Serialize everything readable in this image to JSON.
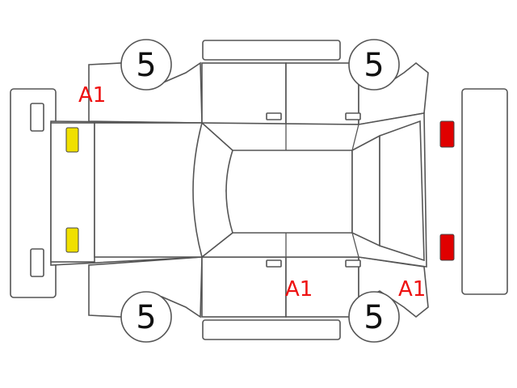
{
  "wheels": {
    "front_left": "5",
    "front_right": "5",
    "rear_left": "5",
    "rear_right": "5"
  },
  "defects": [
    {
      "code": "A1",
      "location": "front-left-fender"
    },
    {
      "code": "A1",
      "location": "right-rear-door"
    },
    {
      "code": "A1",
      "location": "right-rear-quarter"
    }
  ],
  "colors": {
    "outline": "#555555",
    "defect_text": "#ee1111",
    "front_lamp": "#f0e000",
    "rear_lamp": "#e00000"
  }
}
